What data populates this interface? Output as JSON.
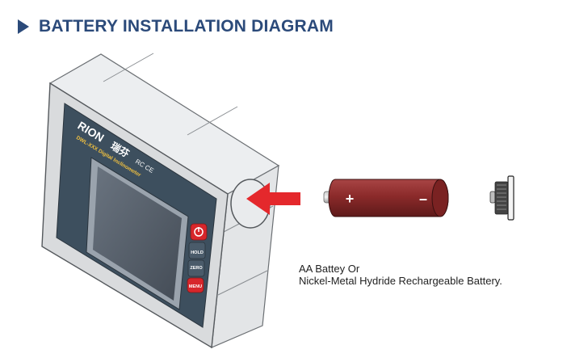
{
  "header": {
    "title": "BATTERY INSTALLATION DIAGRAM"
  },
  "device": {
    "brand": "RION",
    "brand_cn": "瑞芬",
    "cert_marks": "RC CE",
    "model_line": "DWL-XXX Digital Inclinometer",
    "buttons": [
      "HOLD",
      "ZERO",
      "MENU"
    ]
  },
  "battery": {
    "plus": "+",
    "minus": "–"
  },
  "caption": {
    "line1": "AA Battey Or",
    "line2": "Nickel-Metal Hydride Rechargeable Battery."
  },
  "colors": {
    "title": "#2b4a7a",
    "panel": "#3d4f5e",
    "button_red": "#d7262b",
    "arrow_red": "#e4282c",
    "battery": "#8b2a2a",
    "bezel": "#d9dbdd"
  }
}
